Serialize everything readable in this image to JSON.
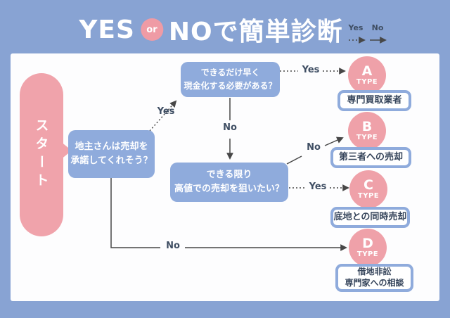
{
  "title": {
    "word_yes": "YES",
    "or": "or",
    "word_rest": "NOで簡単診断"
  },
  "legend": {
    "yes": "Yes",
    "no": "No"
  },
  "start_label": "スタート",
  "flow": {
    "q_consent": {
      "line1": "地主さんは売却を",
      "line2": "承諾してくれそう？"
    },
    "q_cash": {
      "line1": "できるだけ早く",
      "line2": "現金化する必要がある？"
    },
    "q_price": {
      "line1": "できる限り",
      "line2": "高値での売却を狙いたい？"
    },
    "labels": {
      "consent_yes": "Yes",
      "consent_no": "No",
      "cash_yes": "Yes",
      "cash_no": "No",
      "price_yes": "Yes",
      "price_no": "No"
    }
  },
  "types": [
    {
      "letter": "A",
      "caption": "TYPE",
      "result1": "専門買取業者"
    },
    {
      "letter": "B",
      "caption": "TYPE",
      "result1": "第三者への売却"
    },
    {
      "letter": "C",
      "caption": "TYPE",
      "result1": "底地との同時売却"
    },
    {
      "letter": "D",
      "caption": "TYPE",
      "result1": "借地非訟",
      "result2": "専門家への相談"
    }
  ],
  "colors": {
    "background": "#88a3d3",
    "panel": "#fdfdfe",
    "pink": "#efa1a9",
    "node_blue": "#8fabdc",
    "text_dark": "#3f4e63",
    "arrow": "#474747"
  }
}
